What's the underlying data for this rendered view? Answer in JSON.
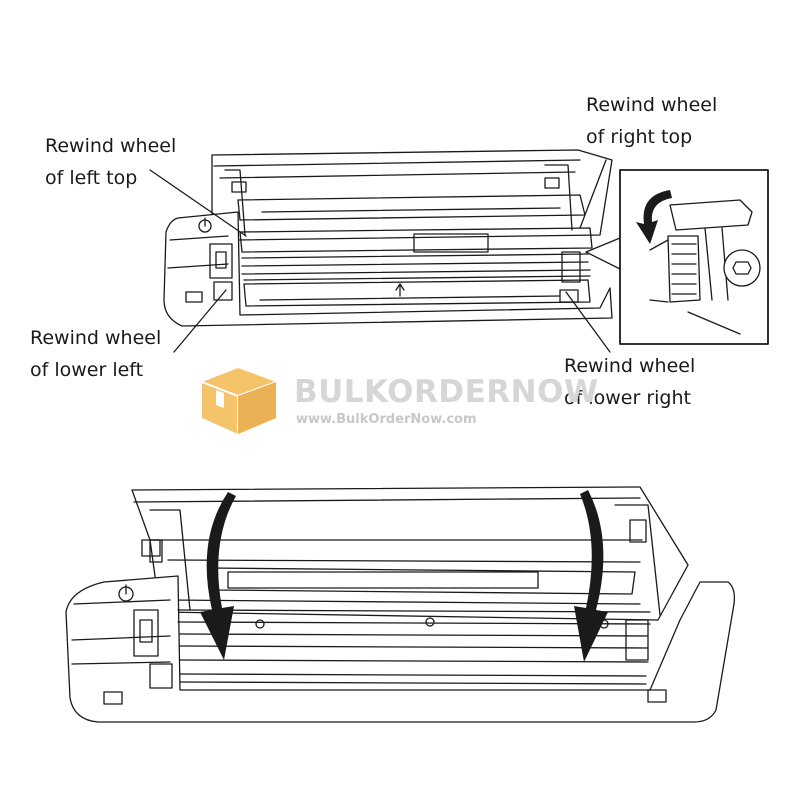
{
  "callouts": {
    "left_top": [
      "Rewind wheel",
      "of left top"
    ],
    "right_top": [
      "Rewind wheel",
      "of right top"
    ],
    "lower_left": [
      "Rewind wheel",
      "of lower left"
    ],
    "lower_right": [
      "Rewind wheel",
      "of lower right"
    ]
  },
  "watermark": {
    "name": "BULKORDERNOW",
    "url": "www.BulkOrderNow.com"
  },
  "icons": {
    "logo": "box-logo-icon",
    "power": "power-icon",
    "arrows": "rotate-arrow-icon"
  },
  "colors": {
    "line": "#1a1a1a",
    "logo": "#f5c46a",
    "watermark_text": "#d6d6d6"
  }
}
